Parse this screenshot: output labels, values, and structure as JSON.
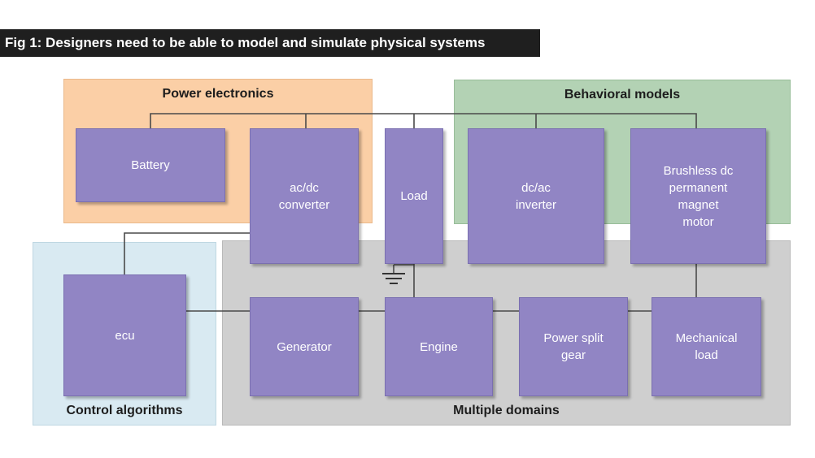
{
  "caption": "Fig 1: Designers need to be able to model and simulate physical systems",
  "regions": {
    "power_electronics": "Power electronics",
    "behavioral_models": "Behavioral models",
    "control_algorithms": "Control algorithms",
    "multiple_domains": "Multiple domains"
  },
  "blocks": {
    "battery": "Battery",
    "acdc_converter": "ac/dc\nconverter",
    "load": "Load",
    "dcac_inverter": "dc/ac\ninverter",
    "motor": "Brushless dc\npermanent\nmagnet\nmotor",
    "ecu": "ecu",
    "generator": "Generator",
    "engine": "Engine",
    "power_split_gear": "Power split\ngear",
    "mechanical_load": "Mechanical\nload"
  },
  "colors": {
    "power_electronics_bg": "#fbcfa6",
    "behavioral_models_bg": "#b3d2b4",
    "control_algorithms_bg": "#d9eaf2",
    "multiple_domains_bg": "#cfcfcf",
    "block_bg": "#9185c4",
    "caption_bg": "#1f1f1f"
  }
}
